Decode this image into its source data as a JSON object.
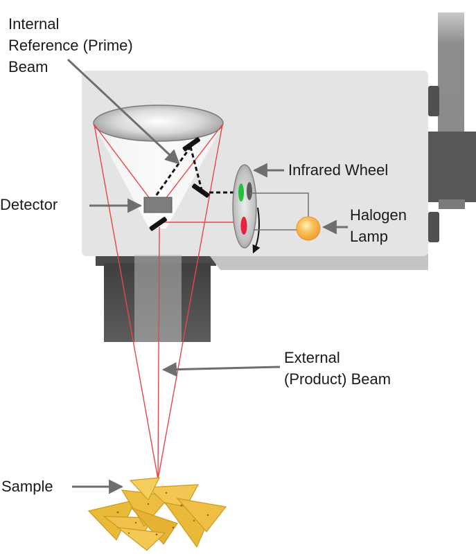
{
  "labels": {
    "internal_beam": [
      "Internal",
      "Reference (Prime)",
      "Beam"
    ],
    "detector": "Detector",
    "infrared_wheel": "Infrared Wheel",
    "halogen_lamp": [
      "Halogen",
      "Lamp"
    ],
    "external_beam": [
      "External",
      "(Product) Beam"
    ],
    "sample": "Sample"
  },
  "colors": {
    "housing": "#e4e4e4",
    "housing_dark": "#c7c7c7",
    "mount": "#585858",
    "beam": "#e8454a",
    "arrow": "#6e6e6e",
    "lamp": "#f6a83a",
    "filter_green": "#22c23a",
    "filter_red": "#e8223d",
    "chip": "#e9b938"
  }
}
